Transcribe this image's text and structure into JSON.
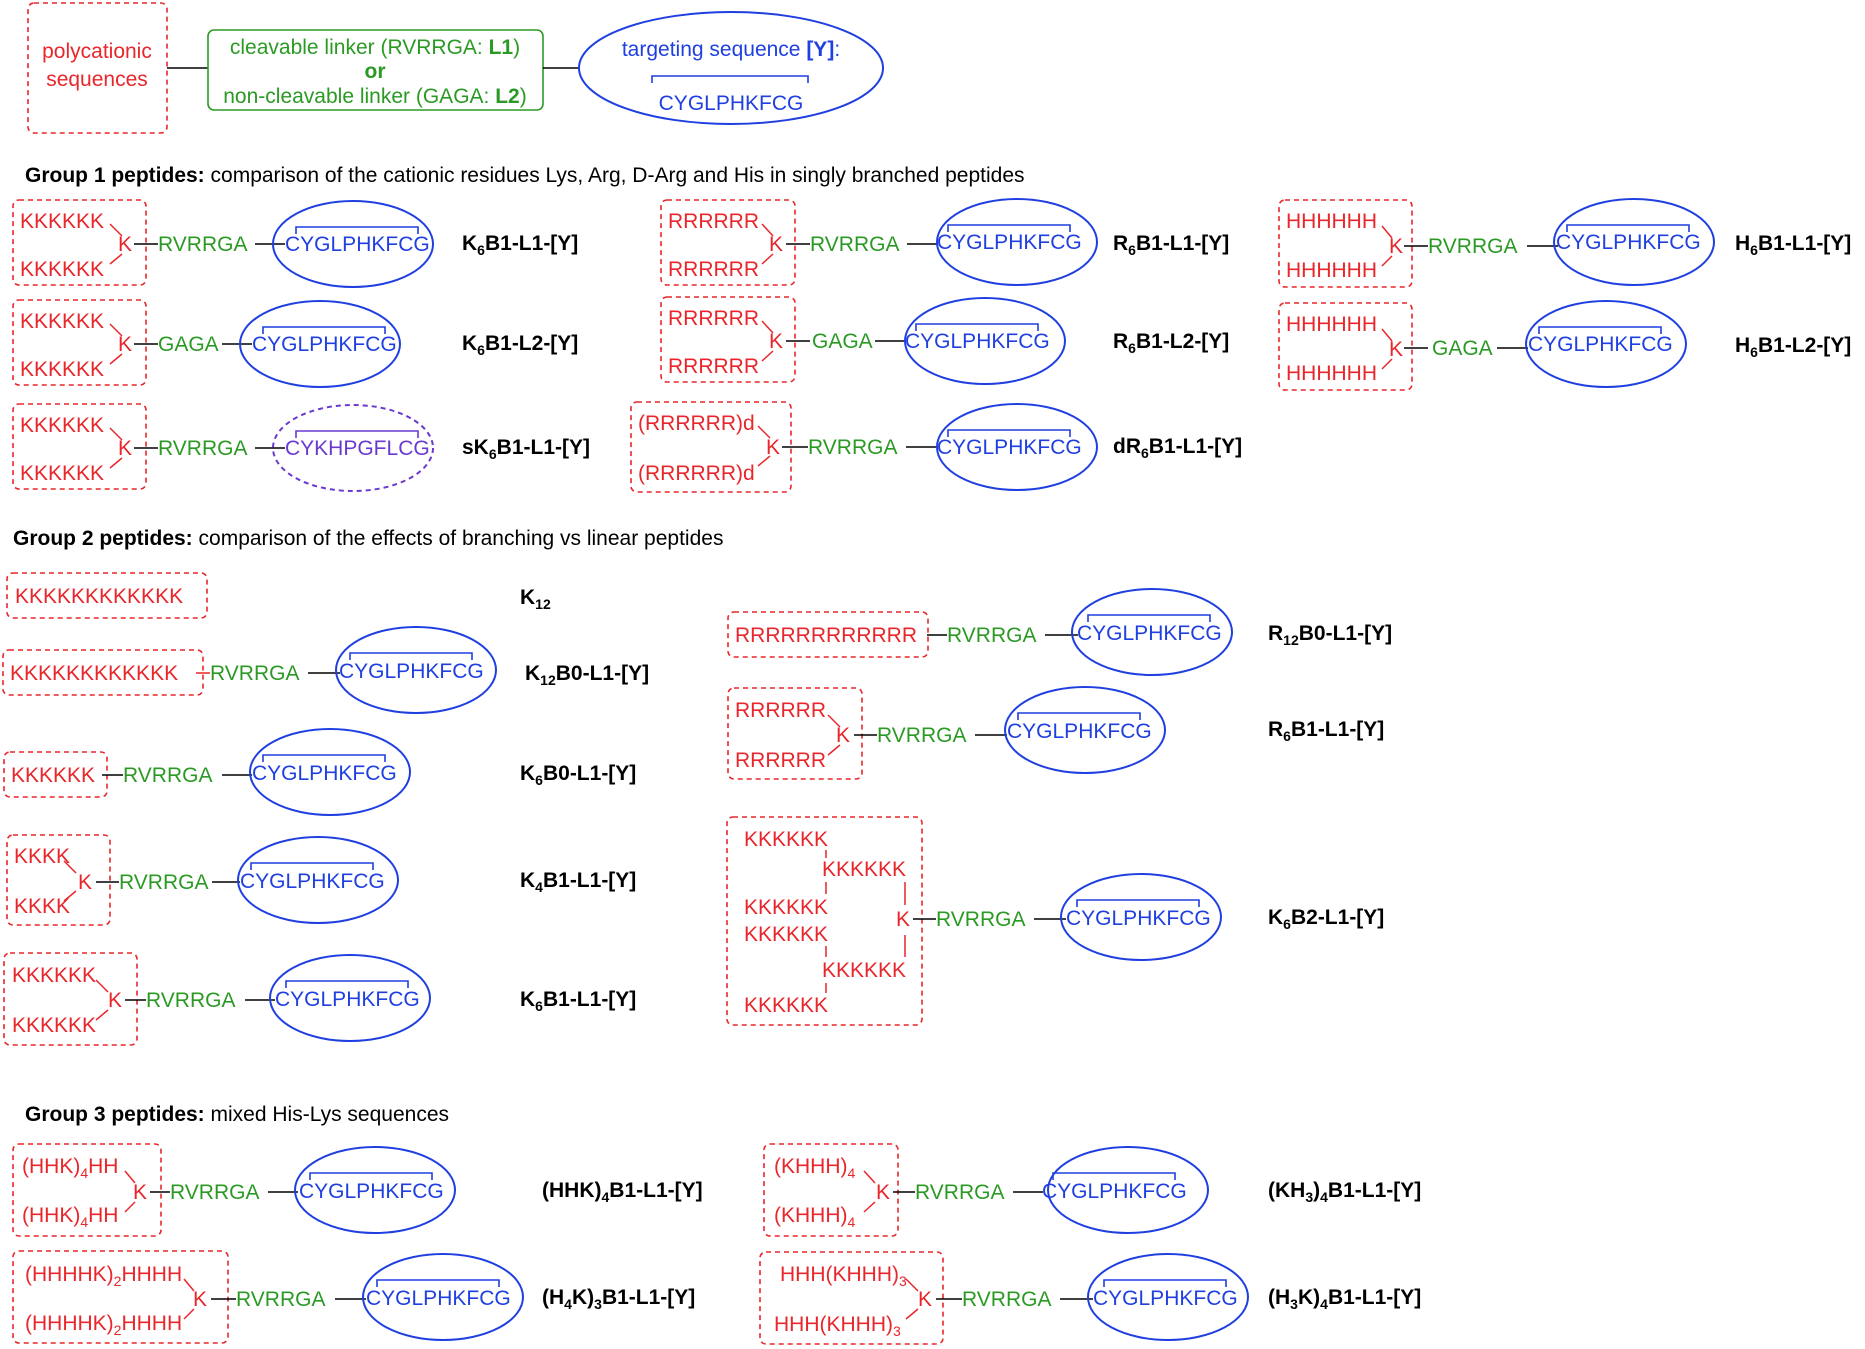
{
  "legend": {
    "polycationic": [
      "polycationic",
      "sequences"
    ],
    "linker_line1": "cleavable linker (RVRRGA: ",
    "linker_l1": "L1",
    "linker_line1_end": ")",
    "linker_or": "or",
    "linker_line3": "non-cleavable linker (GAGA: ",
    "linker_l2": "L2",
    "linker_line3_end": ")",
    "targeting_title": "targeting sequence ",
    "targeting_y": "[Y]",
    "targeting_colon": ":",
    "targeting_seq": "CYGLPHKFCG"
  },
  "headings": {
    "group1_bold": "Group 1 peptides:",
    "group1_text": " comparison of the cationic residues Lys, Arg, D-Arg and His in singly branched peptides",
    "group2_bold": "Group 2 peptides:",
    "group2_text": " comparison of the effects of branching vs linear peptides",
    "group3_bold": "Group 3 peptides:",
    "group3_text": " mixed His-Lys sequences"
  },
  "seq": {
    "K6": "KKKKKK",
    "R6": "RRRRRR",
    "H6": "HHHHHH",
    "dR6": "(RRRRRR)d",
    "K": "K",
    "K4": "KKKK",
    "K12": "KKKKKKKKKKKK",
    "R12": "RRRRRRRRRRRR",
    "L1": "RVRRGA",
    "L2": "GAGA",
    "Y": "CYGLPHKFCG",
    "sY": "CYKHPGFLCG",
    "HHK": "(HHK)",
    "HHK_sub": "4",
    "HHK_tail": "HH",
    "KHHH": "(KHHH)",
    "KHHH_sub": "4",
    "HHHHK": "(HHHHK)",
    "HHHHK_sub": "2",
    "HHHHK_tail": "HHHH",
    "HHH": "HHH(KHHH)",
    "HHH_sub": "3"
  },
  "labels": {
    "g1_1a": "B1-L1-[Y]",
    "g1_1a_pre": "K",
    "g1_1a_sub": "6",
    "g1_1b": "B1-L2-[Y]",
    "g1_1b_pre": "K",
    "g1_1b_sub": "6",
    "g1_1c": "B1-L1-[Y]",
    "g1_1c_pre": "sK",
    "g1_1c_sub": "6",
    "g1_2a": "B1-L1-[Y]",
    "g1_2a_pre": "R",
    "g1_2a_sub": "6",
    "g1_2b": "B1-L2-[Y]",
    "g1_2b_pre": "R",
    "g1_2b_sub": "6",
    "g1_2c": "B1-L1-[Y]",
    "g1_2c_pre": "dR",
    "g1_2c_sub": "6",
    "g1_3a": "B1-L1-[Y]",
    "g1_3a_pre": "H",
    "g1_3a_sub": "6",
    "g1_3b": "B1-L2-[Y]",
    "g1_3b_pre": "H",
    "g1_3b_sub": "6",
    "g2_a_pre": "K",
    "g2_a_sub": "12",
    "g2_b": "B0-L1-[Y]",
    "g2_b_pre": "K",
    "g2_b_sub": "12",
    "g2_c": "B0-L1-[Y]",
    "g2_c_pre": "K",
    "g2_c_sub": "6",
    "g2_d": "B1-L1-[Y]",
    "g2_d_pre": "K",
    "g2_d_sub": "4",
    "g2_e": "B1-L1-[Y]",
    "g2_e_pre": "K",
    "g2_e_sub": "6",
    "g2_f": "B0-L1-[Y]",
    "g2_f_pre": "R",
    "g2_f_sub": "12",
    "g2_g": "B1-L1-[Y]",
    "g2_g_pre": "R",
    "g2_g_sub": "6",
    "g2_h": "B2-L1-[Y]",
    "g2_h_pre": "K",
    "g2_h_sub": "6",
    "g3_a_pre": "(HHK)",
    "g3_a_sub": "4",
    "g3_a": "B1-L1-[Y]",
    "g3_b_pre": "(H",
    "g3_b_sub": "4",
    "g3_b_mid": "K)",
    "g3_b_sub2": "3",
    "g3_b": "B1-L1-[Y]",
    "g3_c_pre": "(KH",
    "g3_c_sub": "3",
    "g3_c_mid": ")",
    "g3_c_sub2": "4",
    "g3_c": "B1-L1-[Y]",
    "g3_d_pre": "(H",
    "g3_d_sub": "3",
    "g3_d_mid": "K)",
    "g3_d_sub2": "4",
    "g3_d": "B1-L1-[Y]"
  },
  "colors": {
    "cationic": "#e8262b",
    "linker": "#2b9a24",
    "targeting": "#1f3fe0",
    "scrambled": "#6a3ad0"
  }
}
